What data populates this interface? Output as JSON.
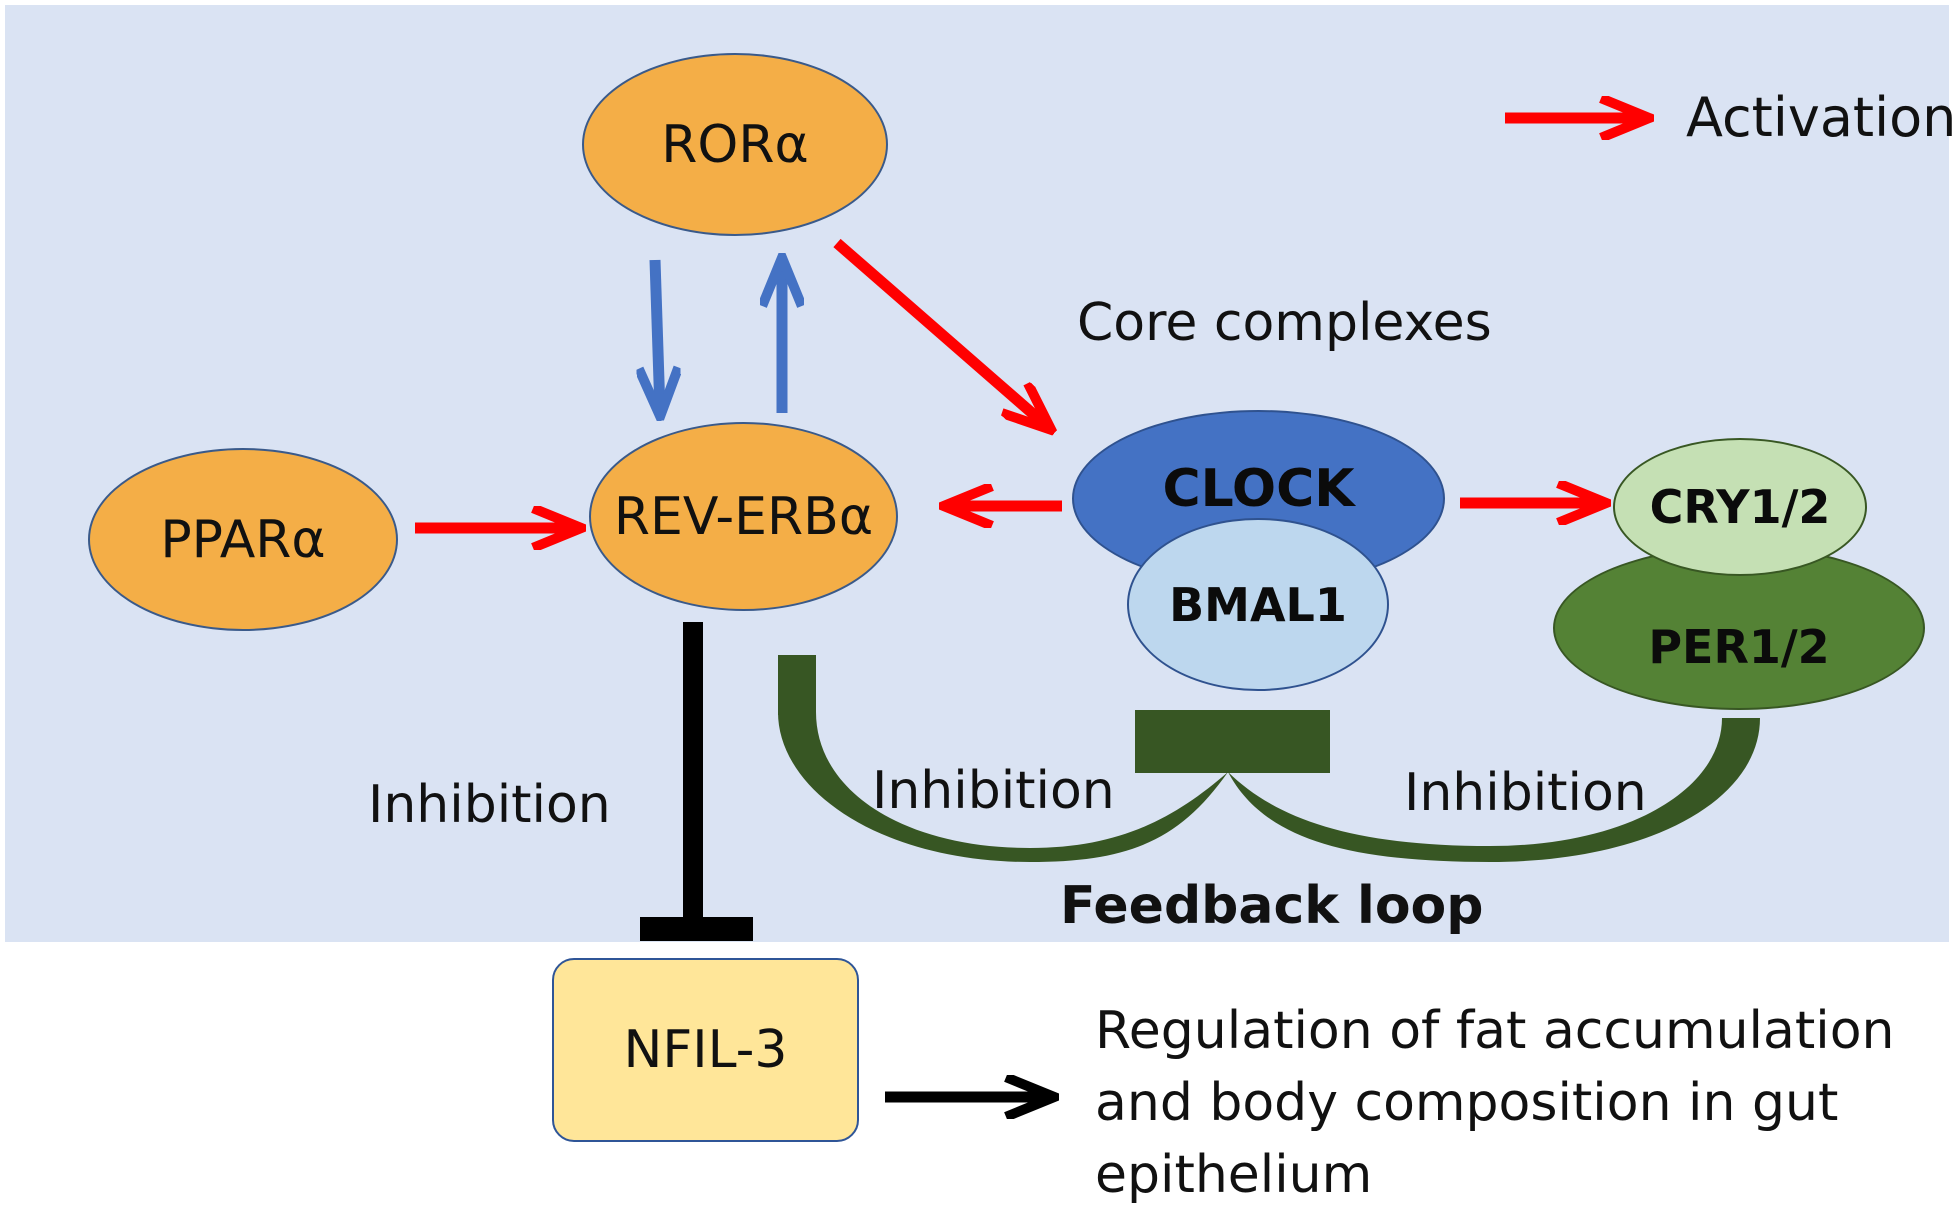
{
  "colors": {
    "panel_background": "#dae3f3",
    "activation_arrow": "#ff0000",
    "feedback_arrow": "#4472c4",
    "inhibition_bar": "#000000",
    "feedback_loop": "#375623",
    "nuclear_receptor": "#f4ae47",
    "clock": "#4472c4",
    "bmal1": "#bdd7ee",
    "cry": "#c5e0b4",
    "per": "#548235",
    "nfil3": "#ffe699"
  },
  "legend": {
    "activation_label": "Activation"
  },
  "nodes": {
    "ror": "RORα",
    "ppar": "PPARα",
    "reverb": "REV-ERBα",
    "clock": "CLOCK",
    "bmal1": "BMAL1",
    "cry": "CRY1/2",
    "per": "PER1/2",
    "nfil3": "NFIL-3"
  },
  "labels": {
    "core_complexes": "Core complexes",
    "inhibition_left": "Inhibition",
    "inhibition_middle": "Inhibition",
    "inhibition_right": "Inhibition",
    "feedback_loop": "Feedback loop",
    "outcome": [
      "Regulation of fat accumulation",
      "and body composition in gut",
      "epithelium"
    ]
  }
}
